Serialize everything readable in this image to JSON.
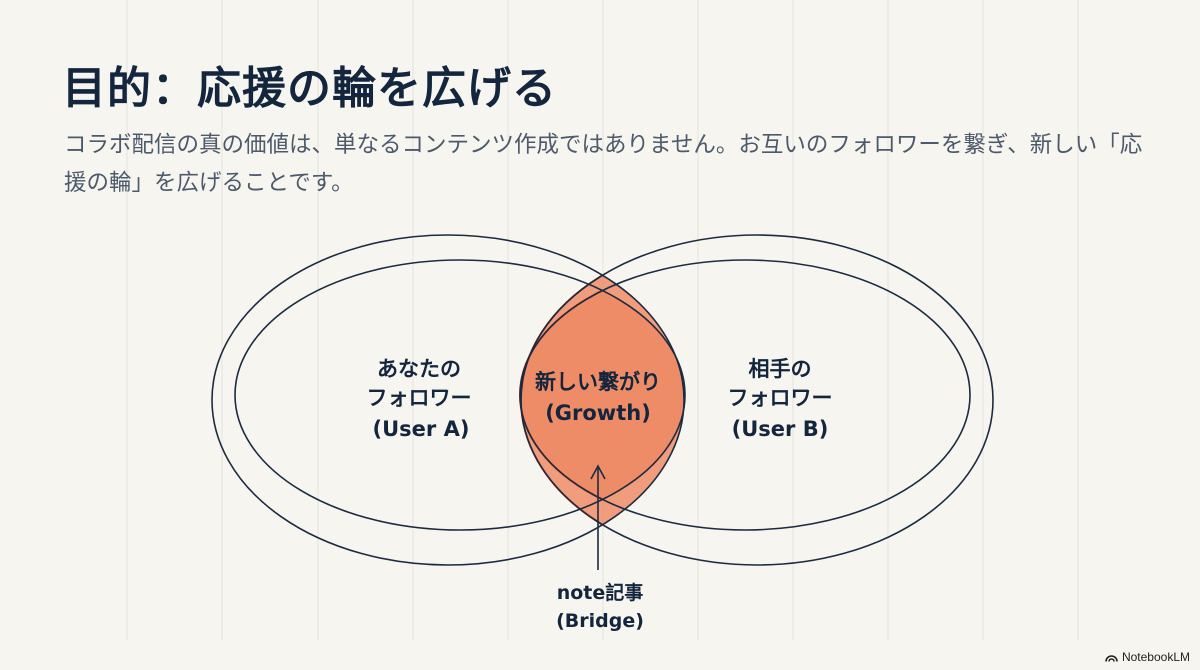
{
  "slide": {
    "title": "目的：応援の輪を広げる",
    "subtitle": "コラボ配信の真の価値は、単なるコンテンツ作成ではありません。お互いのフォロワーを繋ぎ、新しい「応援の輪」を広げることです。"
  },
  "diagram": {
    "left_circle": {
      "line1": "あなたの",
      "line2": "フォロワー",
      "line3": "(User A)"
    },
    "right_circle": {
      "line1": "相手の",
      "line2": "フォロワー",
      "line3": "(User B)"
    },
    "overlap": {
      "line1": "新しい繋がり",
      "line2": "(Growth)"
    },
    "bridge": {
      "line1": "note記事",
      "line2": "(Bridge)"
    },
    "colors": {
      "circle_stroke": "#1b2b40",
      "overlap_fill": "#ef8c69",
      "overlap_stroke": "#d8532b",
      "background": "#f6f5f0"
    }
  },
  "footer": {
    "brand": "NotebookLM",
    "brand_icon": "notebooklm-logo-icon"
  }
}
